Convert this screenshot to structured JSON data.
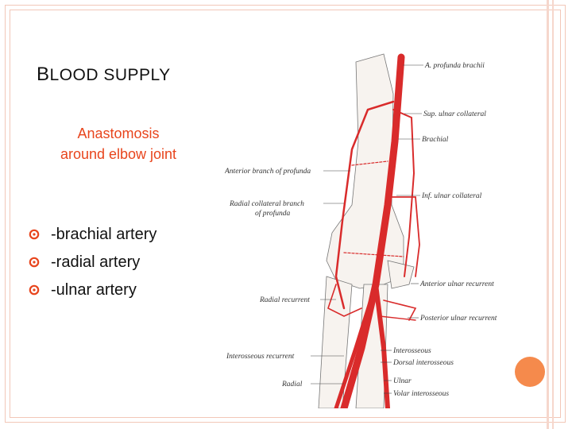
{
  "slide": {
    "title_initial": "B",
    "title_rest": "LOOD SUPPLY",
    "subtitle_line1": "Anastomosis",
    "subtitle_line2": "around elbow joint",
    "bullets": [
      {
        "text": "-brachial artery"
      },
      {
        "text": " -radial artery"
      },
      {
        "text": " -ulnar artery"
      }
    ],
    "colors": {
      "accent": "#e8451d",
      "artery": "#d92b2b",
      "decor": "#f58a4c",
      "frame": "#f2c7b8"
    }
  },
  "figure": {
    "icon": "elbow-artery-anatomy-illustration",
    "labels": {
      "profunda_brachii": "A. profunda brachii",
      "sup_ulnar_collateral": "Sup. ulnar collateral",
      "brachial": "Brachial",
      "anterior_branch": "Anterior branch of profunda",
      "radial_collateral_1": "Radial collateral branch",
      "radial_collateral_2": "of profunda",
      "inf_ulnar_collateral": "Inf. ulnar collateral",
      "anterior_ulnar_recurrent": "Anterior ulnar recurrent",
      "radial_recurrent": "Radial recurrent",
      "posterior_ulnar_recurrent": "Posterior ulnar recurrent",
      "interosseous": "Interosseous",
      "dorsal_interosseous": "Dorsal interosseous",
      "interosseous_recurrent": "Interosseous recurrent",
      "ulnar": "Ulnar",
      "radial": "Radial",
      "volar_interosseous": "Volar interosseous"
    }
  }
}
